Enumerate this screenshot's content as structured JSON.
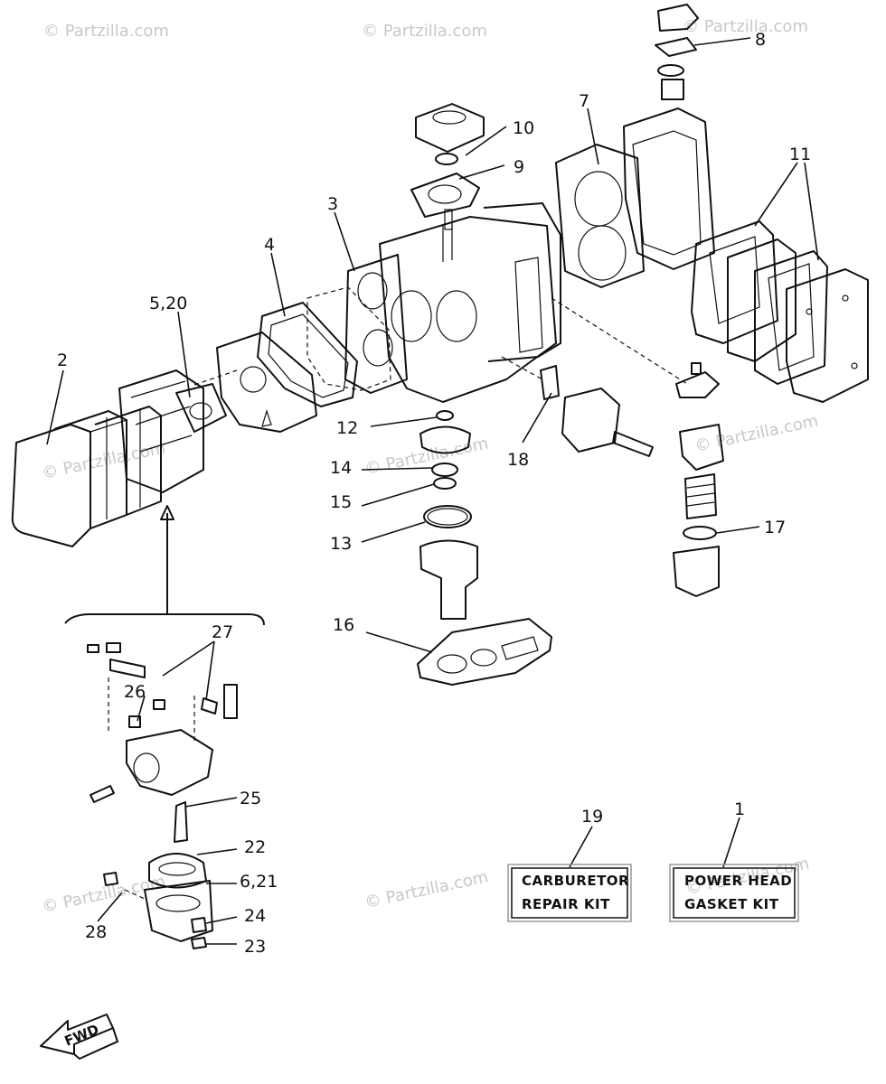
{
  "callouts": {
    "n1": "1",
    "n2": "2",
    "n3": "3",
    "n4": "4",
    "n5_20": "5,20",
    "n6_21": "6,21",
    "n7": "7",
    "n8": "8",
    "n9": "9",
    "n10": "10",
    "n11": "11",
    "n12": "12",
    "n13": "13",
    "n14": "14",
    "n15": "15",
    "n16": "16",
    "n17": "17",
    "n18": "18",
    "n19": "19",
    "n22": "22",
    "n23": "23",
    "n24": "24",
    "n25": "25",
    "n26": "26",
    "n27": "27",
    "n28": "28"
  },
  "kits": {
    "carb_line1": "CARBURETOR",
    "carb_line2": "REPAIR KIT",
    "power_line1": "POWER HEAD",
    "power_line2": "GASKET KIT"
  },
  "direction_label": "FWD",
  "watermark": "© Partzilla.com"
}
